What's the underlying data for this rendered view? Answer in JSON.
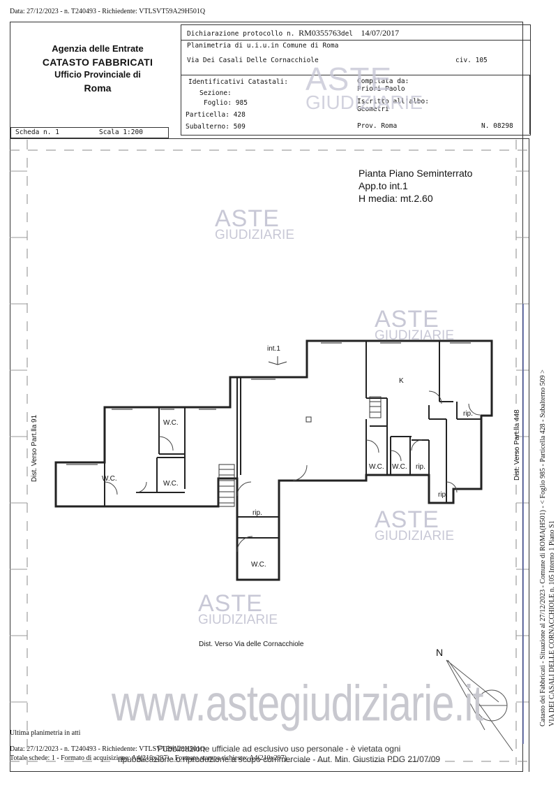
{
  "header": {
    "request_line": "Data: 27/12/2023 - n. T240493 - Richiedente: VTLSVT59A29H501Q"
  },
  "agency": {
    "line1": "Agenzia delle Entrate",
    "line2": "CATASTO FABBRICATI",
    "line3": "Ufficio Provinciale di",
    "line4": "Roma"
  },
  "declaration": {
    "label": "Dichiarazione protocollo n.",
    "number": "RM0355763",
    "del_label": "del",
    "date": "14/07/2017",
    "planimetria": "Planimetria di u.i.u.in Comune di Roma",
    "address": "Via Dei Casali Delle Cornacchiole",
    "civ": "civ. 105"
  },
  "identifiers": {
    "title": "Identificativi Catastali:",
    "sezione": "Sezione:",
    "foglio": "Foglio: 985",
    "particella": "Particella: 428",
    "subalterno": "Subalterno: 509"
  },
  "compiler": {
    "compilata": "Compilata da:",
    "name": "Priori Paolo",
    "iscritto": "Iscritto all'albo:",
    "profession": "Geometri",
    "prov": "Prov. Roma",
    "number": "N. 08298"
  },
  "scheda": {
    "scheda": "Scheda n. 1",
    "scala": "Scala 1:200"
  },
  "plan": {
    "title": "Pianta Piano Seminterrato",
    "app": "App.to int.1",
    "height": "H media: mt.2.60",
    "entry": "int.1",
    "left_note": "Dist. Verso Part.lla 91",
    "right_note": "Dist. Verso Part.lla 448",
    "bottom_note": "Dist. Verso Via delle Cornacchiole",
    "north": "N",
    "rooms": {
      "k": "K",
      "wc1": "W.C.",
      "wc2": "W.C.",
      "wc3": "W.C.",
      "wc4": "W.C.",
      "wc5": "W.C.",
      "wc6": "W.C.",
      "rip1": "rip.",
      "rip2": "rip.",
      "rip3": "rip.",
      "rip4": "rip."
    }
  },
  "watermark": {
    "aste": "ASTE",
    "giudiziarie": "GIUDIZIARIE",
    "site": "www.astegiudiziarie.it",
    "publication_line1": "Pubblicazione ufficiale ad esclusivo uso personale - è vietata ogni",
    "publication_line2": "ripubblicazione o riproduzione a scopo commerciale - Aut. Min. Giustizia PDG 21/07/09"
  },
  "side_info": {
    "line1": "Catasto dei Fabbricati - Situazione al 27/12/2023 - Comune di ROMA(H501) - < Foglio 985 - Particella 428 - Subalterno 509 >",
    "line2": "VIA DEI CASALI DELLE CORNACCHIOLE n. 105 Interno 1 Piano S1"
  },
  "footer": {
    "ultima": "Ultima planimetria in atti",
    "data_line": "Data: 27/12/2023 - n. T240493 - Richiedente: VTLSVT59A29H501Q",
    "totale": "Totale schede: 1 - Formato di acquisizione: A4(210x297) - Formato stampa richiesto: A4(210x297)"
  }
}
